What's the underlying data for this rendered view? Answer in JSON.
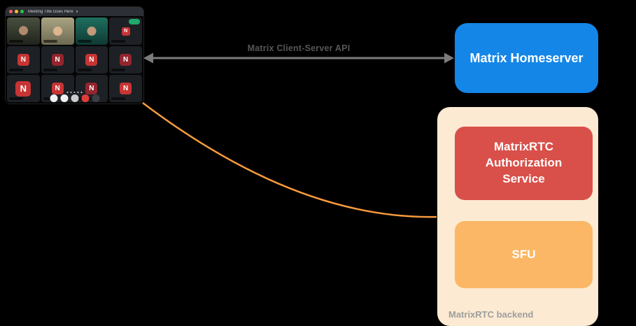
{
  "diagram": {
    "arrow_label": "Matrix Client-Server API",
    "homeserver_label": "Matrix Homeserver",
    "auth_service_label": "MatrixRTC Authorization Service",
    "sfu_label": "SFU",
    "backend_label": "MatrixRTC backend",
    "colors": {
      "background": "#000000",
      "homeserver": "#1486E8",
      "auth_service": "#D9504A",
      "sfu": "#FBB765",
      "backend": "#FCEAD2",
      "arrow": "#7B7B7B",
      "arrow_label_text": "#565656",
      "curve": "#F79B3D",
      "green_accent": "#21A86B",
      "avatar_badge": "#C73434"
    }
  },
  "call_window": {
    "title": "Meeting Title Goes Here",
    "title_caret": "▾",
    "avatar_letter": "N",
    "pagination_dots": 5
  }
}
